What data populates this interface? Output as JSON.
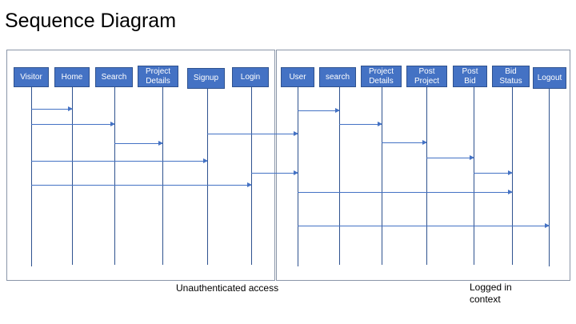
{
  "title": "Sequence Diagram",
  "groups": [
    {
      "label": "Unauthenticated access",
      "actors": [
        "Visitor",
        "Home",
        "Search",
        "Project\nDetails",
        "Signup",
        "Login"
      ]
    },
    {
      "label": "Logged in\ncontext",
      "actors": [
        "User",
        "search",
        "Project\nDetails",
        "Post\nProject",
        "Post\nBid",
        "Bid\nStatus",
        "Logout"
      ]
    }
  ],
  "messages": [
    {
      "from": "Visitor",
      "to": "Home"
    },
    {
      "from": "Visitor",
      "to": "Search"
    },
    {
      "from": "Search",
      "to": "Project Details (unauthenticated)"
    },
    {
      "from": "Visitor",
      "to": "Signup"
    },
    {
      "from": "Visitor",
      "to": "Login"
    },
    {
      "from": "Signup",
      "to": "User"
    },
    {
      "from": "Login",
      "to": "User"
    },
    {
      "from": "User",
      "to": "search"
    },
    {
      "from": "search",
      "to": "Project Details (logged in)"
    },
    {
      "from": "Project Details (logged in)",
      "to": "Post Project"
    },
    {
      "from": "Post Project",
      "to": "Post Bid"
    },
    {
      "from": "Post Bid",
      "to": "Bid Status"
    },
    {
      "from": "User",
      "to": "Bid Status"
    },
    {
      "from": "User",
      "to": "Logout"
    }
  ],
  "colors": {
    "actor_fill": "#4472c4",
    "actor_border": "#2f528f",
    "lifeline": "#2f528f",
    "arrow": "#4472c4",
    "frame": "#8a96a8"
  }
}
